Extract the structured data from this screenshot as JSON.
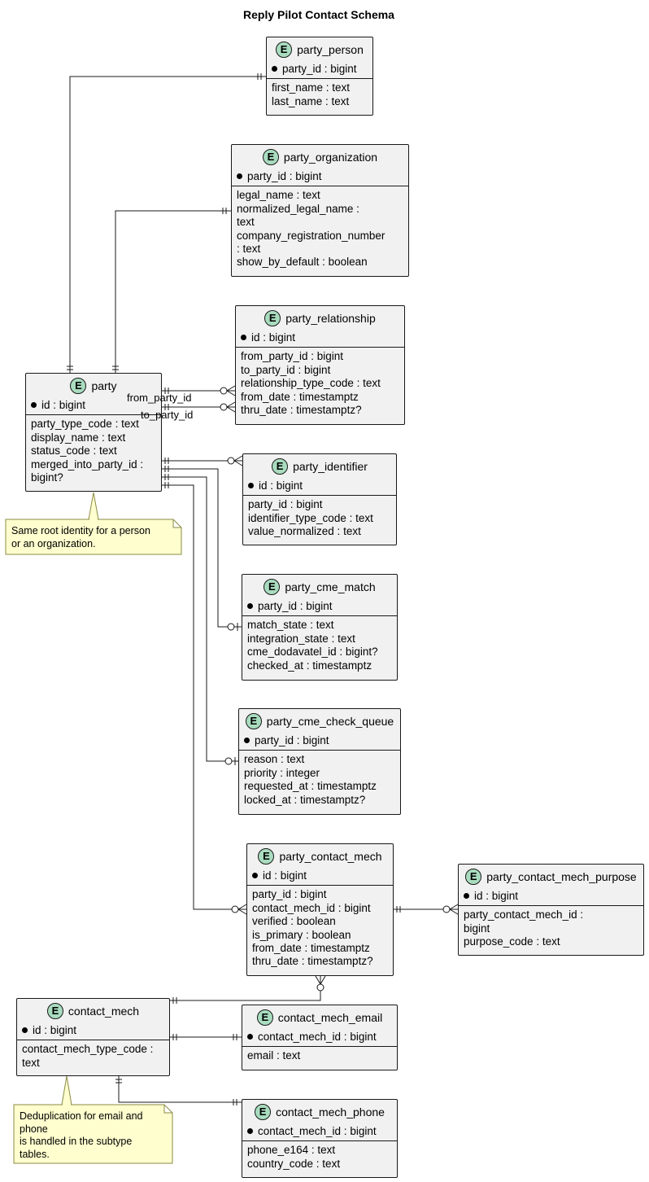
{
  "title": "Reply Pilot Contact Schema",
  "entity_icon_letter": "E",
  "colors": {
    "entity_fill": "#f1f1f1",
    "entity_border": "#181818",
    "entity_icon": "#a9dcbf",
    "note_fill": "#fefece",
    "note_border": "#8b8b45"
  },
  "entities": {
    "party_person": {
      "name": "party_person",
      "pk": "party_id : bigint",
      "fields": [
        "first_name : text",
        "last_name : text"
      ]
    },
    "party_organization": {
      "name": "party_organization",
      "pk": "party_id : bigint",
      "fields": [
        "legal_name : text",
        "normalized_legal_name :",
        "text",
        "company_registration_number",
        ": text",
        "show_by_default : boolean"
      ]
    },
    "party_relationship": {
      "name": "party_relationship",
      "pk": "id : bigint",
      "fields": [
        "from_party_id : bigint",
        "to_party_id : bigint",
        "relationship_type_code : text",
        "from_date : timestamptz",
        "thru_date : timestamptz?"
      ]
    },
    "party": {
      "name": "party",
      "pk": "id : bigint",
      "fields": [
        "party_type_code : text",
        "display_name : text",
        "status_code : text",
        "merged_into_party_id :",
        "bigint?"
      ]
    },
    "party_identifier": {
      "name": "party_identifier",
      "pk": "id : bigint",
      "fields": [
        "party_id : bigint",
        "identifier_type_code : text",
        "value_normalized : text"
      ]
    },
    "party_cme_match": {
      "name": "party_cme_match",
      "pk": "party_id : bigint",
      "fields": [
        "match_state : text",
        "integration_state : text",
        "cme_dodavatel_id : bigint?",
        "checked_at : timestamptz"
      ]
    },
    "party_cme_check_queue": {
      "name": "party_cme_check_queue",
      "pk": "party_id : bigint",
      "fields": [
        "reason : text",
        "priority : integer",
        "requested_at : timestamptz",
        "locked_at : timestamptz?"
      ]
    },
    "party_contact_mech": {
      "name": "party_contact_mech",
      "pk": "id : bigint",
      "fields": [
        "party_id : bigint",
        "contact_mech_id : bigint",
        "verified : boolean",
        "is_primary : boolean",
        "from_date : timestamptz",
        "thru_date : timestamptz?"
      ]
    },
    "party_contact_mech_purpose": {
      "name": "party_contact_mech_purpose",
      "pk": "id : bigint",
      "fields": [
        "party_contact_mech_id :",
        "bigint",
        "purpose_code : text"
      ]
    },
    "contact_mech": {
      "name": "contact_mech",
      "pk": "id : bigint",
      "fields": [
        "contact_mech_type_code :",
        "text"
      ]
    },
    "contact_mech_email": {
      "name": "contact_mech_email",
      "pk": "contact_mech_id : bigint",
      "fields": [
        "email : text"
      ]
    },
    "contact_mech_phone": {
      "name": "contact_mech_phone",
      "pk": "contact_mech_id : bigint",
      "fields": [
        "phone_e164 : text",
        "country_code : text"
      ]
    }
  },
  "relationship_labels": {
    "from_party_id": "from_party_id",
    "to_party_id": "to_party_id"
  },
  "notes": {
    "party_note": [
      "Same root identity for a person",
      "or an organization."
    ],
    "contact_mech_note": [
      "Deduplication for email and",
      "phone",
      "is handled in the subtype",
      "tables."
    ]
  }
}
